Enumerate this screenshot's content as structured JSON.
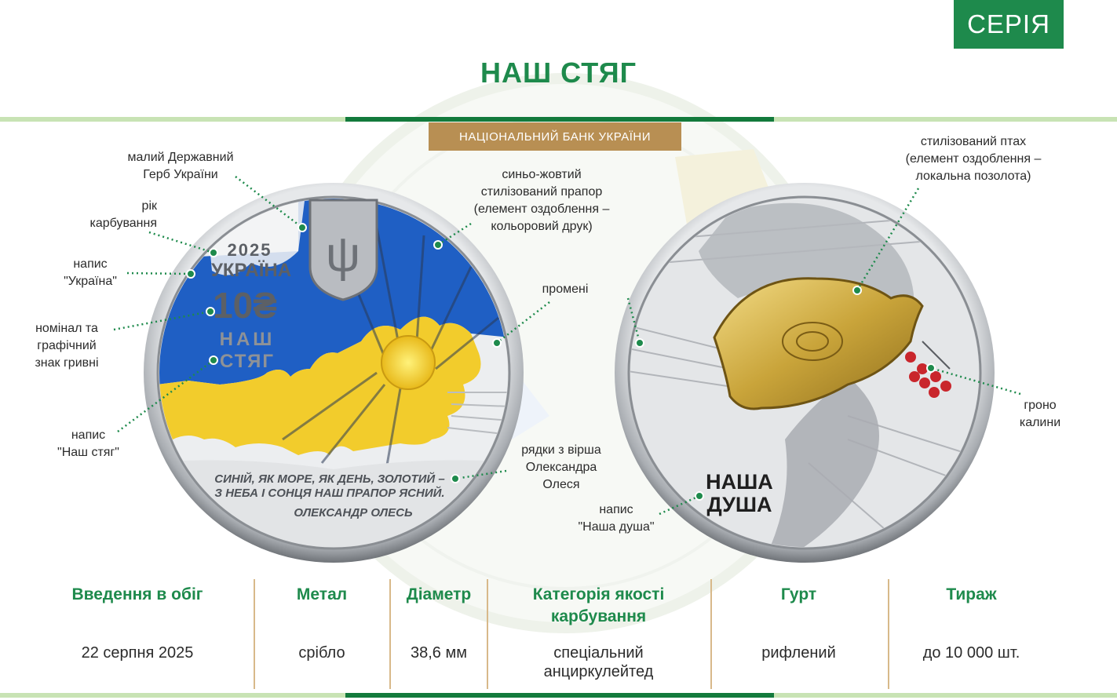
{
  "header": {
    "series_badge": "СЕРІЯ",
    "title": "НАШ СТЯГ",
    "issuer": "НАЦІОНАЛЬНИЙ БАНК УКРАЇНИ"
  },
  "obverse": {
    "year": "2025",
    "country": "УКРАЇНА",
    "denomination": "10₴",
    "motto_line1": "НАШ",
    "motto_line2": "СТЯГ",
    "poem_line1": "СИНІЙ, ЯК МОРЕ, ЯК ДЕНЬ, ЗОЛОТИЙ –",
    "poem_line2": "З НЕБА І СОНЦЯ НАШ ПРАПОР ЯСНИЙ.",
    "poem_author": "ОЛЕКСАНДР ОЛЕСЬ",
    "callouts": {
      "coat_of_arms": "малий Державний\nГерб України",
      "year": "рік\nкарбування",
      "country": "напис\n\"Україна\"",
      "denomination": "номінал та\nграфічний\nзнак гривні",
      "motto": "напис\n\"Наш стяг\"",
      "flag": "синьо-жовтий\nстилізований прапор\n(елемент оздоблення –\nкольоровий друк)",
      "rays": "промені",
      "poem": "рядки з вірша\nОлександра\nОлеся"
    }
  },
  "reverse": {
    "inscription_line1": "НАША",
    "inscription_line2": "ДУША",
    "callouts": {
      "bird": "стилізований птах\n(елемент оздоблення –\nлокальна позолота)",
      "viburnum": "гроно\nкалини",
      "inscription": "напис\n\"Наша душа\""
    }
  },
  "specs": [
    {
      "label": "Введення в обіг",
      "value": "22 серпня 2025"
    },
    {
      "label": "Метал",
      "value": "срібло"
    },
    {
      "label": "Діаметр",
      "value": "38,6 мм"
    },
    {
      "label": "Категорія якості\nкарбування",
      "value": "спеціальний\nанциркулейтед"
    },
    {
      "label": "Гурт",
      "value": "рифлений"
    },
    {
      "label": "Тираж",
      "value": "до 10 000 шт."
    }
  ],
  "colors": {
    "brand_green": "#1e8a4c",
    "light_green_band": "#c8e3b4",
    "gold_label": "#b88f53",
    "flag_blue": "#1f5fc4",
    "flag_yellow": "#f2cc2c",
    "gilding": "#c9a43a",
    "viburnum_red": "#c9262c"
  },
  "icons": [
    "coat-of-arms-trident-icon",
    "stylized-bird-icon",
    "viburnum-berries-icon",
    "sun-icon"
  ]
}
